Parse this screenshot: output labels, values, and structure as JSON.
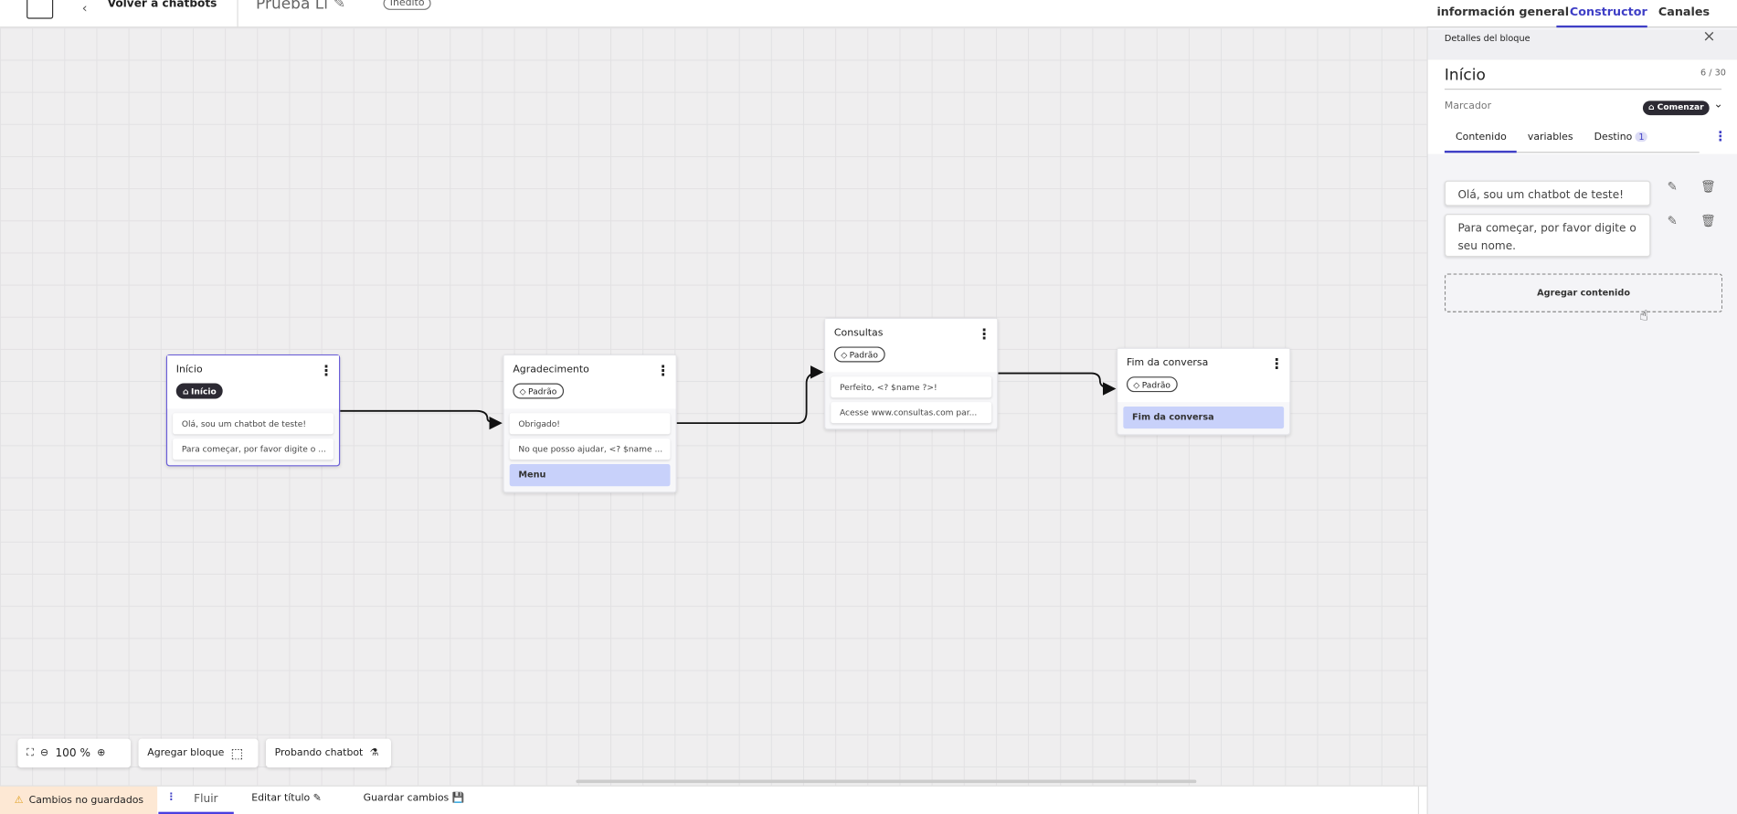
{
  "header": {
    "back_label": "Volver a chatbots",
    "title": "Prueba Li",
    "status_badge": "Inédito"
  },
  "top_tabs": [
    {
      "label": "información general",
      "active": false
    },
    {
      "label": "Constructor",
      "active": true
    },
    {
      "label": "Canales",
      "active": false
    }
  ],
  "canvas": {
    "nodes": [
      {
        "title": "Início",
        "tag": "Início",
        "tag_icon": "home-icon",
        "messages": [
          "Olá, sou um chatbot de teste!",
          "Para começar, por favor digite o ..."
        ],
        "selected": true
      },
      {
        "title": "Agradecimento",
        "tag": "Padrão",
        "tag_icon": "tag-icon",
        "messages": [
          "Obrigado!",
          "No que posso ajudar, <? $name ..."
        ],
        "menu": "Menu"
      },
      {
        "title": "Consultas",
        "tag": "Padrão",
        "tag_icon": "tag-icon",
        "messages": [
          "Perfeito, <? $name ?>!",
          "Acesse www.consultas.com par..."
        ]
      },
      {
        "title": "Fim da conversa",
        "tag": "Padrão",
        "tag_icon": "tag-icon",
        "messages": [],
        "menu": "Fim da conversa"
      }
    ],
    "toolbar": {
      "zoom": "100 %",
      "add_block": "Agregar bloque",
      "test_chatbot": "Probando chatbot"
    }
  },
  "bottom_bar": {
    "unsaved": "Cambios no guardados",
    "flow_tab": "Fluir",
    "edit_title": "Editar título",
    "save": "Guardar cambios"
  },
  "panel": {
    "header": "Detalles del bloque",
    "block_name": "Início",
    "char_count": "6 / 30",
    "marker_label": "Marcador",
    "marker_value": "Comenzar",
    "tabs": [
      {
        "label": "Contenido",
        "active": true
      },
      {
        "label": "variables"
      },
      {
        "label": "Destino",
        "badge": "1"
      }
    ],
    "contents": [
      "Olá, sou um chatbot de teste!",
      "Para começar, por favor digite o seu nome."
    ],
    "add_content": "Agregar contenido"
  },
  "colors": {
    "accent": "#3f3fc6",
    "selected_border": "#6a5ed8",
    "menu_fill": "#c8d1fa",
    "warning_bg": "#fde8d4",
    "dark_tag": "#2c2a33"
  }
}
